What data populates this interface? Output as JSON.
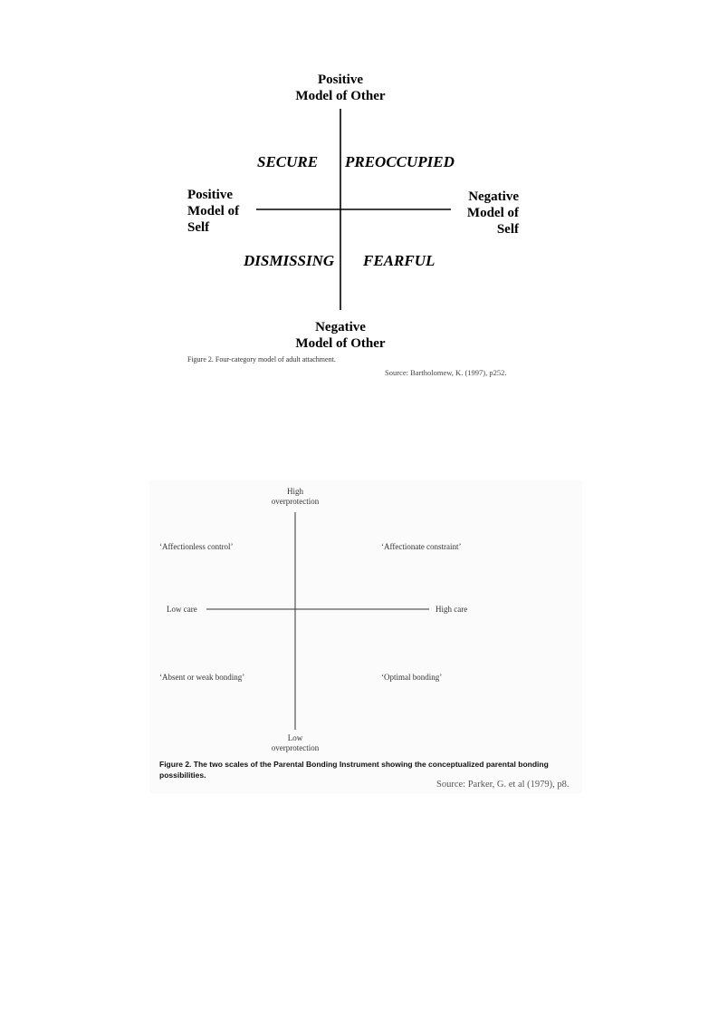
{
  "figure1": {
    "top_label": [
      "Positive",
      "Model of Other"
    ],
    "bottom_label": [
      "Negative",
      "Model of Other"
    ],
    "left_label": [
      "Positive",
      "Model of",
      "Self"
    ],
    "right_label": [
      "Negative",
      "Model of",
      "Self"
    ],
    "quadrants": {
      "top_left": "SECURE",
      "top_right": "PREOCCUPIED",
      "bottom_left": "DISMISSING",
      "bottom_right": "FEARFUL"
    },
    "caption": "Figure 2. Four-category model of adult attachment.",
    "source": "Source: Bartholomew, K. (1997), p252."
  },
  "figure2": {
    "top_label": [
      "High",
      "overprotection"
    ],
    "bottom_label": [
      "Low",
      "overprotection"
    ],
    "left_label": "Low care",
    "right_label": "High care",
    "quadrants": {
      "top_left": "‘Affectionless control’",
      "top_right": "‘Affectionate constraint’",
      "bottom_left": "‘Absent or weak bonding’",
      "bottom_right": "‘Optimal bonding’"
    },
    "caption": "Figure 2. The two scales of the Parental Bonding Instrument showing the conceptualized parental bonding possibilities.",
    "source": "Source: Parker, G. et al (1979), p8."
  }
}
